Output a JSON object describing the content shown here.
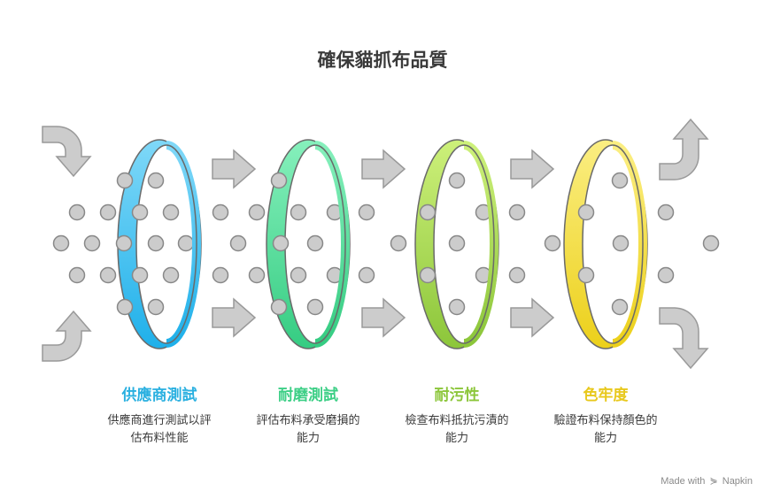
{
  "title": "確保貓抓布品質",
  "stages": [
    {
      "title": "供應商測試",
      "desc_line1": "供應商進行測試以評",
      "desc_line2": "估布料性能",
      "color": "#2ab0e0"
    },
    {
      "title": "耐磨測試",
      "desc_line1": "評估布料承受磨損的",
      "desc_line2": "能力",
      "color": "#3dcf86"
    },
    {
      "title": "耐污性",
      "desc_line1": "檢查布料抵抗污漬的",
      "desc_line2": "能力",
      "color": "#8cc63a"
    },
    {
      "title": "色牢度",
      "desc_line1": "驗證布料保持顏色的",
      "desc_line2": "能力",
      "color": "#e8c81c"
    }
  ],
  "brand": {
    "prefix": "Made with",
    "icon": "napkin-logo-icon",
    "name": "Napkin"
  },
  "colors": {
    "arrow_fill": "#cccccc",
    "arrow_stroke": "#999999",
    "particle_fill": "#cccccc",
    "particle_stroke": "#888888"
  }
}
